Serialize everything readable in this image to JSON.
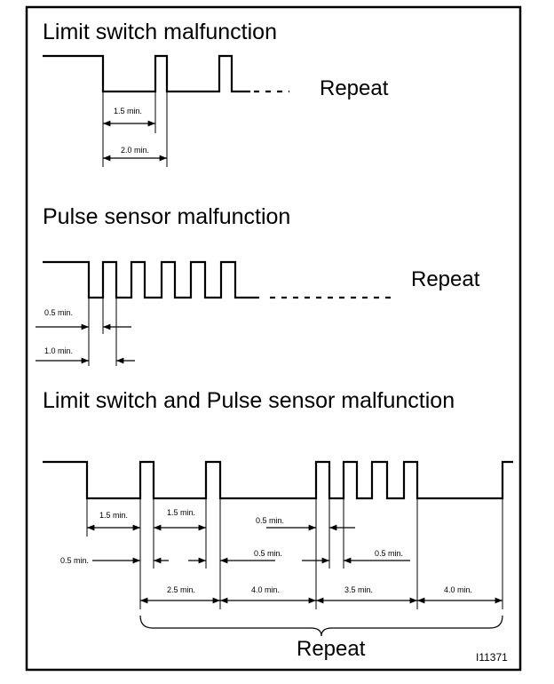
{
  "sections": {
    "limit_switch": {
      "title": "Limit switch malfunction",
      "repeat": "Repeat",
      "dims": [
        "1.5 min.",
        "2.0 min."
      ]
    },
    "pulse_sensor": {
      "title": "Pulse sensor malfunction",
      "repeat": "Repeat",
      "dims": [
        "0.5 min.",
        "1.0 min."
      ]
    },
    "combined": {
      "title": "Limit switch and Pulse sensor malfunction",
      "repeat": "Repeat",
      "dims_row1": [
        "1.5 min.",
        "1.5 min.",
        "0.5 min."
      ],
      "dims_row2": [
        "0.5 min.",
        "0.5 min.",
        "0.5 min."
      ],
      "dims_row3": [
        "2.5 min.",
        "4.0 min.",
        "3.5 min.",
        "4.0 min."
      ]
    }
  },
  "figure_id": "I11371"
}
